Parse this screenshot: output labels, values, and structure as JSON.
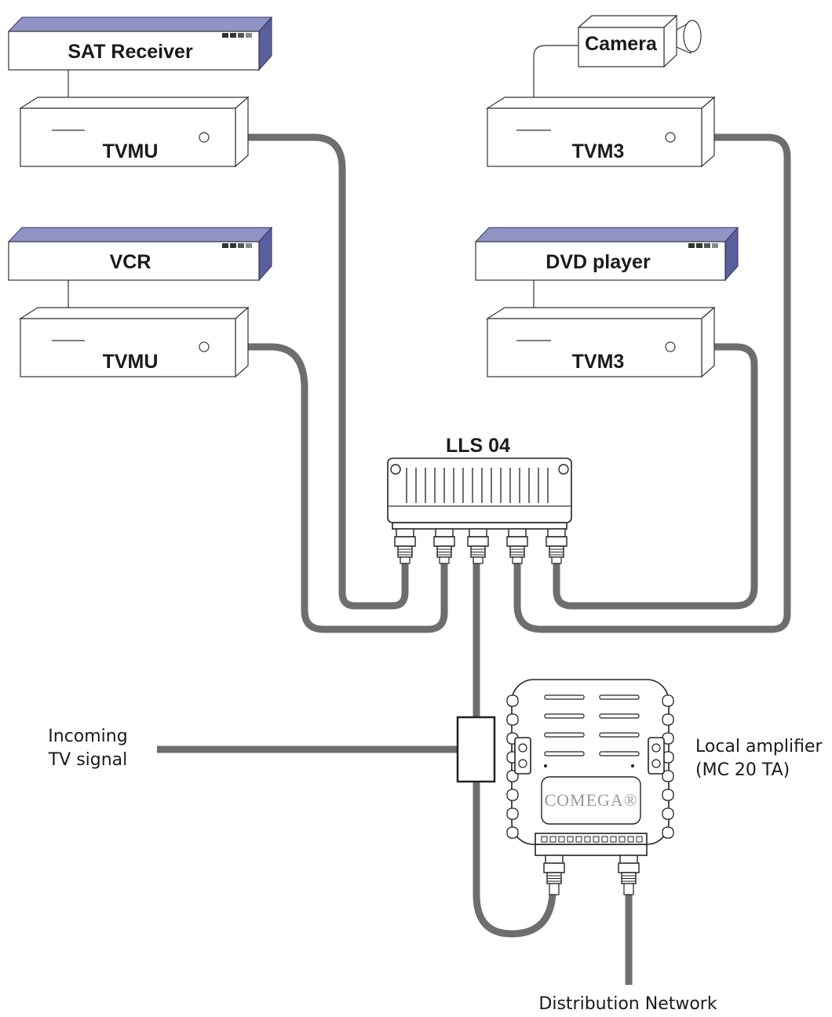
{
  "devices": {
    "sat_receiver": "SAT Receiver",
    "vcr": "VCR",
    "camera": "Camera",
    "dvd_player": "DVD player"
  },
  "modulators": {
    "tvmu_top": "TVMU",
    "tvmu_bottom": "TVMU",
    "tvm3_top": "TVM3",
    "tvm3_bottom": "TVM3"
  },
  "combiner": {
    "label": "LLS 04"
  },
  "amplifier": {
    "label_line1": "Local amplifier",
    "label_line2": "(MC 20 TA)",
    "brand": "COMEGA®"
  },
  "incoming": {
    "line1": "Incoming",
    "line2": "TV signal"
  },
  "distribution": {
    "label": "Distribution Network"
  },
  "colors": {
    "cable": "#6e6e6e",
    "device_top": "#8f94c4",
    "device_side": "#5b5f9e",
    "outline": "#333333"
  }
}
